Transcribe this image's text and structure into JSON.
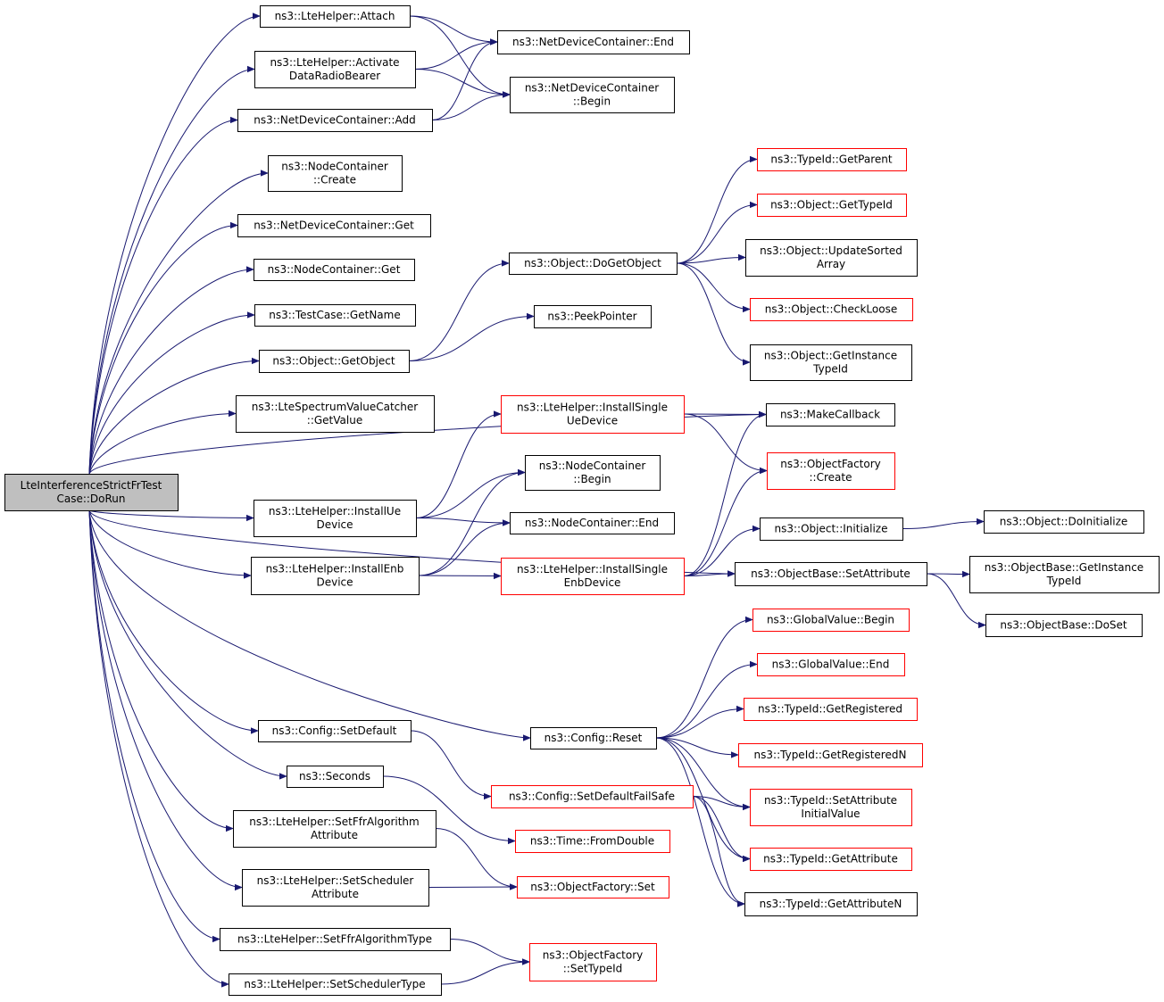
{
  "graph": {
    "nodes": [
      {
        "id": "root",
        "lines": [
          "LteInterferenceStrictFrTest",
          "Case::DoRun"
        ],
        "style": "root"
      },
      {
        "id": "attach",
        "lines": [
          "ns3::LteHelper::Attach"
        ],
        "style": "black"
      },
      {
        "id": "activate",
        "lines": [
          "ns3::LteHelper::Activate",
          "DataRadioBearer"
        ],
        "style": "black"
      },
      {
        "id": "ndc_add",
        "lines": [
          "ns3::NetDeviceContainer::Add"
        ],
        "style": "black"
      },
      {
        "id": "nc_create",
        "lines": [
          "ns3::NodeContainer",
          "::Create"
        ],
        "style": "black"
      },
      {
        "id": "ndc_get",
        "lines": [
          "ns3::NetDeviceContainer::Get"
        ],
        "style": "black"
      },
      {
        "id": "nc_get",
        "lines": [
          "ns3::NodeContainer::Get"
        ],
        "style": "black"
      },
      {
        "id": "tc_getname",
        "lines": [
          "ns3::TestCase::GetName"
        ],
        "style": "black"
      },
      {
        "id": "obj_getobject",
        "lines": [
          "ns3::Object::GetObject"
        ],
        "style": "black"
      },
      {
        "id": "lsvc_getvalue",
        "lines": [
          "ns3::LteSpectrumValueCatcher",
          "::GetValue"
        ],
        "style": "black"
      },
      {
        "id": "install_ue",
        "lines": [
          "ns3::LteHelper::InstallUe",
          "Device"
        ],
        "style": "black"
      },
      {
        "id": "install_enb",
        "lines": [
          "ns3::LteHelper::InstallEnb",
          "Device"
        ],
        "style": "black"
      },
      {
        "id": "cfg_setdefault",
        "lines": [
          "ns3::Config::SetDefault"
        ],
        "style": "black"
      },
      {
        "id": "seconds",
        "lines": [
          "ns3::Seconds"
        ],
        "style": "black"
      },
      {
        "id": "set_ffr_attr",
        "lines": [
          "ns3::LteHelper::SetFfrAlgorithm",
          "Attribute"
        ],
        "style": "black"
      },
      {
        "id": "set_sched_attr",
        "lines": [
          "ns3::LteHelper::SetScheduler",
          "Attribute"
        ],
        "style": "black"
      },
      {
        "id": "set_ffr_type",
        "lines": [
          "ns3::LteHelper::SetFfrAlgorithmType"
        ],
        "style": "black"
      },
      {
        "id": "set_sched_type",
        "lines": [
          "ns3::LteHelper::SetSchedulerType"
        ],
        "style": "black"
      },
      {
        "id": "ndc_end",
        "lines": [
          "ns3::NetDeviceContainer::End"
        ],
        "style": "black"
      },
      {
        "id": "ndc_begin",
        "lines": [
          "ns3::NetDeviceContainer",
          "::Begin"
        ],
        "style": "black"
      },
      {
        "id": "obj_dogetobject",
        "lines": [
          "ns3::Object::DoGetObject"
        ],
        "style": "black"
      },
      {
        "id": "peekpointer",
        "lines": [
          "ns3::PeekPointer"
        ],
        "style": "black"
      },
      {
        "id": "install_single_ue",
        "lines": [
          "ns3::LteHelper::InstallSingle",
          "UeDevice"
        ],
        "style": "red"
      },
      {
        "id": "nc_begin",
        "lines": [
          "ns3::NodeContainer",
          "::Begin"
        ],
        "style": "black"
      },
      {
        "id": "nc_end",
        "lines": [
          "ns3::NodeContainer::End"
        ],
        "style": "black"
      },
      {
        "id": "install_single_enb",
        "lines": [
          "ns3::LteHelper::InstallSingle",
          "EnbDevice"
        ],
        "style": "red"
      },
      {
        "id": "cfg_reset",
        "lines": [
          "ns3::Config::Reset"
        ],
        "style": "black"
      },
      {
        "id": "cfg_setdefaultfailsafe",
        "lines": [
          "ns3::Config::SetDefaultFailSafe"
        ],
        "style": "red"
      },
      {
        "id": "time_fromdouble",
        "lines": [
          "ns3::Time::FromDouble"
        ],
        "style": "red"
      },
      {
        "id": "of_set",
        "lines": [
          "ns3::ObjectFactory::Set"
        ],
        "style": "red"
      },
      {
        "id": "of_settypeid",
        "lines": [
          "ns3::ObjectFactory",
          "::SetTypeId"
        ],
        "style": "red"
      },
      {
        "id": "tid_getparent",
        "lines": [
          "ns3::TypeId::GetParent"
        ],
        "style": "red"
      },
      {
        "id": "obj_gettypeid",
        "lines": [
          "ns3::Object::GetTypeId"
        ],
        "style": "red"
      },
      {
        "id": "obj_updatesorted",
        "lines": [
          "ns3::Object::UpdateSorted",
          "Array"
        ],
        "style": "black"
      },
      {
        "id": "obj_checkloose",
        "lines": [
          "ns3::Object::CheckLoose"
        ],
        "style": "red"
      },
      {
        "id": "obj_getinstancetid",
        "lines": [
          "ns3::Object::GetInstance",
          "TypeId"
        ],
        "style": "black"
      },
      {
        "id": "makecallback",
        "lines": [
          "ns3::MakeCallback"
        ],
        "style": "black"
      },
      {
        "id": "of_create",
        "lines": [
          "ns3::ObjectFactory",
          "::Create"
        ],
        "style": "red"
      },
      {
        "id": "obj_initialize",
        "lines": [
          "ns3::Object::Initialize"
        ],
        "style": "black"
      },
      {
        "id": "ob_setattribute",
        "lines": [
          "ns3::ObjectBase::SetAttribute"
        ],
        "style": "black"
      },
      {
        "id": "gv_begin",
        "lines": [
          "ns3::GlobalValue::Begin"
        ],
        "style": "red"
      },
      {
        "id": "gv_end",
        "lines": [
          "ns3::GlobalValue::End"
        ],
        "style": "red"
      },
      {
        "id": "tid_getregistered",
        "lines": [
          "ns3::TypeId::GetRegistered"
        ],
        "style": "red"
      },
      {
        "id": "tid_getregisteredn",
        "lines": [
          "ns3::TypeId::GetRegisteredN"
        ],
        "style": "red"
      },
      {
        "id": "tid_setattrinit",
        "lines": [
          "ns3::TypeId::SetAttribute",
          "InitialValue"
        ],
        "style": "red"
      },
      {
        "id": "tid_getattribute",
        "lines": [
          "ns3::TypeId::GetAttribute"
        ],
        "style": "red"
      },
      {
        "id": "tid_getattributen",
        "lines": [
          "ns3::TypeId::GetAttributeN"
        ],
        "style": "black"
      },
      {
        "id": "obj_doinitialize",
        "lines": [
          "ns3::Object::DoInitialize"
        ],
        "style": "black"
      },
      {
        "id": "ob_getinstancetid",
        "lines": [
          "ns3::ObjectBase::GetInstance",
          "TypeId"
        ],
        "style": "black"
      },
      {
        "id": "ob_doset",
        "lines": [
          "ns3::ObjectBase::DoSet"
        ],
        "style": "black"
      }
    ],
    "edges": [
      [
        "root",
        "attach"
      ],
      [
        "root",
        "activate"
      ],
      [
        "root",
        "ndc_add"
      ],
      [
        "root",
        "nc_create"
      ],
      [
        "root",
        "ndc_get"
      ],
      [
        "root",
        "nc_get"
      ],
      [
        "root",
        "tc_getname"
      ],
      [
        "root",
        "obj_getobject"
      ],
      [
        "root",
        "lsvc_getvalue"
      ],
      [
        "root",
        "makecallback"
      ],
      [
        "root",
        "install_ue"
      ],
      [
        "root",
        "install_enb"
      ],
      [
        "root",
        "ob_setattribute"
      ],
      [
        "root",
        "cfg_reset"
      ],
      [
        "root",
        "cfg_setdefault"
      ],
      [
        "root",
        "seconds"
      ],
      [
        "root",
        "set_ffr_attr"
      ],
      [
        "root",
        "set_sched_attr"
      ],
      [
        "root",
        "set_ffr_type"
      ],
      [
        "root",
        "set_sched_type"
      ],
      [
        "attach",
        "ndc_end"
      ],
      [
        "attach",
        "ndc_begin"
      ],
      [
        "activate",
        "ndc_end"
      ],
      [
        "activate",
        "ndc_begin"
      ],
      [
        "ndc_add",
        "ndc_end"
      ],
      [
        "ndc_add",
        "ndc_begin"
      ],
      [
        "obj_getobject",
        "obj_dogetobject"
      ],
      [
        "obj_getobject",
        "peekpointer"
      ],
      [
        "obj_dogetobject",
        "tid_getparent"
      ],
      [
        "obj_dogetobject",
        "obj_gettypeid"
      ],
      [
        "obj_dogetobject",
        "obj_updatesorted"
      ],
      [
        "obj_dogetobject",
        "obj_checkloose"
      ],
      [
        "obj_dogetobject",
        "obj_getinstancetid"
      ],
      [
        "install_ue",
        "install_single_ue"
      ],
      [
        "install_ue",
        "nc_begin"
      ],
      [
        "install_ue",
        "nc_end"
      ],
      [
        "install_enb",
        "nc_begin"
      ],
      [
        "install_enb",
        "nc_end"
      ],
      [
        "install_enb",
        "install_single_enb"
      ],
      [
        "install_single_ue",
        "makecallback"
      ],
      [
        "install_single_ue",
        "of_create"
      ],
      [
        "install_single_enb",
        "makecallback"
      ],
      [
        "install_single_enb",
        "of_create"
      ],
      [
        "install_single_enb",
        "obj_initialize"
      ],
      [
        "install_single_enb",
        "ob_setattribute"
      ],
      [
        "obj_initialize",
        "obj_doinitialize"
      ],
      [
        "ob_setattribute",
        "ob_getinstancetid"
      ],
      [
        "ob_setattribute",
        "ob_doset"
      ],
      [
        "cfg_setdefault",
        "cfg_setdefaultfailsafe"
      ],
      [
        "seconds",
        "time_fromdouble"
      ],
      [
        "set_ffr_attr",
        "of_set"
      ],
      [
        "set_sched_attr",
        "of_set"
      ],
      [
        "set_ffr_type",
        "of_settypeid"
      ],
      [
        "set_sched_type",
        "of_settypeid"
      ],
      [
        "cfg_reset",
        "gv_begin"
      ],
      [
        "cfg_reset",
        "gv_end"
      ],
      [
        "cfg_reset",
        "tid_getregistered"
      ],
      [
        "cfg_reset",
        "tid_getregisteredn"
      ],
      [
        "cfg_reset",
        "tid_setattrinit"
      ],
      [
        "cfg_reset",
        "tid_getattribute"
      ],
      [
        "cfg_reset",
        "tid_getattributen"
      ],
      [
        "cfg_setdefaultfailsafe",
        "tid_setattrinit"
      ],
      [
        "cfg_setdefaultfailsafe",
        "tid_getattribute"
      ],
      [
        "cfg_setdefaultfailsafe",
        "tid_getattributen"
      ]
    ]
  }
}
